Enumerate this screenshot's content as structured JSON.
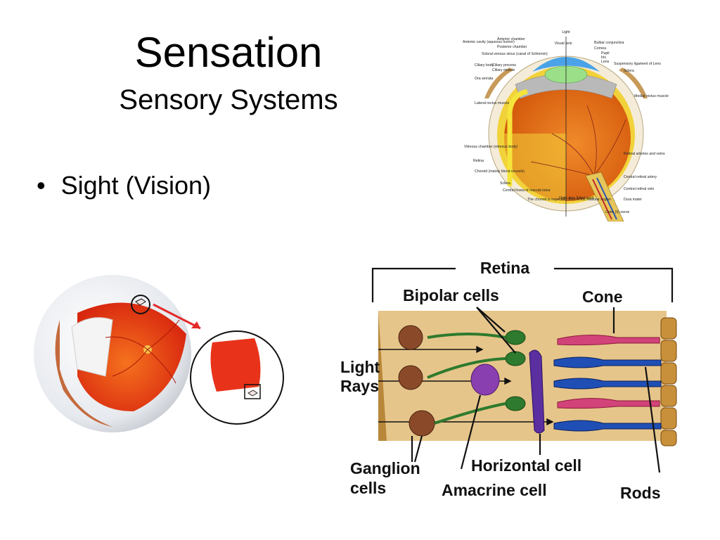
{
  "slide": {
    "title": "Sensation",
    "subtitle": "Sensory Systems",
    "bullet": "Sight (Vision)"
  },
  "eye_anatomy": {
    "labels": {
      "light": "Light",
      "visual_axis": "Visual axis",
      "anterior_cavity": "Anterior cavity (aqueous humor)",
      "anterior_chamber": "Anterior chamber",
      "posterior_chamber": "Posterior chamber",
      "scleral_venous_sinus": "Scleral venous sinus (canal of Schlemm)",
      "ciliary_body": "Ciliary body",
      "ciliary_process": "Ciliary process",
      "ciliary_muscle": "Ciliary muscle",
      "ora_serrata": "Ora serrata",
      "lateral_rectus": "Lateral rectus muscle",
      "vitreous_chamber": "Vitreous chamber (vitreous body)",
      "retina": "Retina",
      "choroid": "Choroid (mainly blood vessels)",
      "sclera_bottom": "Sclera",
      "central_fovea": "Central fovea of macula lutea",
      "choroid_note": "The choroid is especially thick in the macular region",
      "optic_disc": "Optic disc (blind spot)",
      "optic_nerve": "Optic (II) nerve",
      "bulbar_conjunctiva": "Bulbar conjunctiva",
      "cornea": "Cornea",
      "pupil": "Pupil",
      "iris": "Iris",
      "lens": "Lens",
      "suspensory_ligament": "Suspensory ligament of Lens",
      "sclera_top": "Sclera",
      "medial_rectus": "Medial rectus muscle",
      "retinal_arteries": "Retinal arteries and veins",
      "central_retinal_artery": "Central retinal artery",
      "central_retinal_vein": "Central retinal vein",
      "dura_mater": "Dura mater"
    }
  },
  "retina_diagram": {
    "labels": {
      "retina": "Retina",
      "bipolar": "Bipolar cells",
      "cone": "Cone",
      "light_rays_1": "Light",
      "light_rays_2": "Rays",
      "ganglion_1": "Ganglion",
      "ganglion_2": "cells",
      "horizontal": "Horizontal cell",
      "amacrine": "Amacrine cell",
      "rods": "Rods"
    }
  },
  "colors": {
    "eyeball_orange": "#e8650e",
    "retina_red": "#e8331a",
    "tissue_tan": "#e6c58a",
    "ganglion_brown": "#8a4a2a",
    "bipolar_green": "#2e7a2e",
    "amacrine_purple": "#8a3fb0",
    "horizontal_purple": "#5b2fa0",
    "cone_pink": "#d2437a",
    "rod_blue": "#1f4fb5",
    "pigment_tan": "#c8903a",
    "cornea_blue": "#4aa3e8",
    "lens_green": "#9be089"
  }
}
